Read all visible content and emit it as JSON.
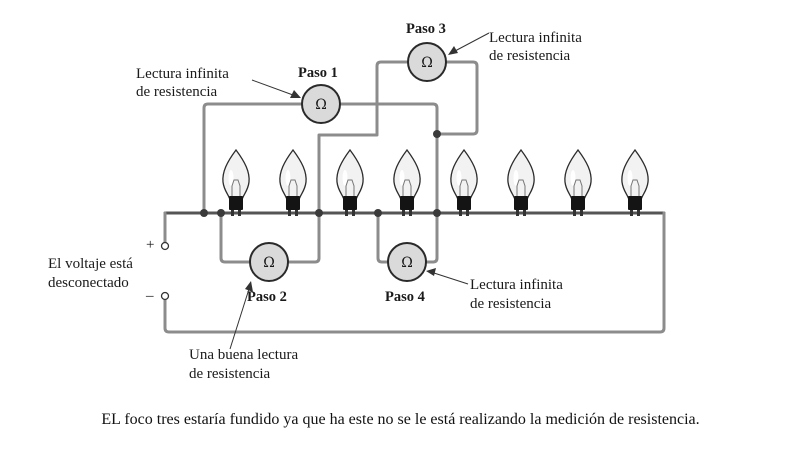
{
  "diagram": {
    "meter_symbol": "Ω",
    "steps": [
      {
        "label": "Paso 1",
        "reading": "Lectura infinita de resistencia",
        "reading_lines": [
          "Lectura infinita",
          "de resistencia"
        ]
      },
      {
        "label": "Paso 2",
        "reading": "Una buena lectura de resistencia",
        "reading_lines": [
          "Una buena lectura",
          "de resistencia"
        ]
      },
      {
        "label": "Paso 3",
        "reading": "Lectura infinita de resistencia",
        "reading_lines": [
          "Lectura infinita",
          "de resistencia"
        ]
      },
      {
        "label": "Paso 4",
        "reading": "Lectura infinita de resistencia",
        "reading_lines": [
          "Lectura infinita",
          "de resistencia"
        ]
      }
    ],
    "supply": {
      "plus": "+",
      "minus": "–",
      "note_lines": [
        "El voltaje está",
        "desconectado"
      ]
    },
    "bulb_count": 8
  },
  "caption": "EL foco tres estaría fundido ya que ha este no se le está realizando la medición de resistencia."
}
